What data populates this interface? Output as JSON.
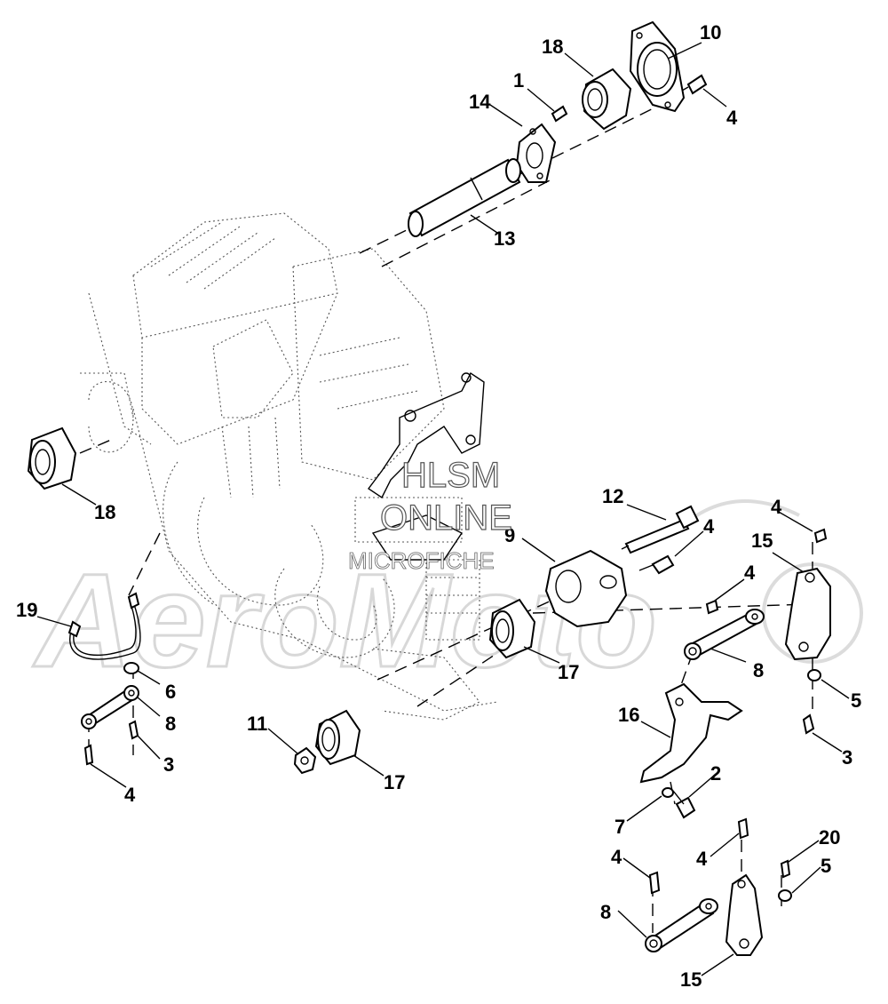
{
  "watermark": {
    "line1": "HLSM",
    "line2": "ONLINE",
    "line3": "MICROFICHE",
    "background_logo": "AeroMoto"
  },
  "callouts": [
    {
      "id": "c10a",
      "text": "10"
    },
    {
      "id": "c18a",
      "text": "18"
    },
    {
      "id": "c1",
      "text": "1"
    },
    {
      "id": "c14",
      "text": "14"
    },
    {
      "id": "c4a",
      "text": "4"
    },
    {
      "id": "c13",
      "text": "13"
    },
    {
      "id": "c18b",
      "text": "18"
    },
    {
      "id": "c12",
      "text": "12"
    },
    {
      "id": "c4b",
      "text": "4"
    },
    {
      "id": "c9",
      "text": "9"
    },
    {
      "id": "c4c",
      "text": "4"
    },
    {
      "id": "c15a",
      "text": "15"
    },
    {
      "id": "c4d",
      "text": "4"
    },
    {
      "id": "c19",
      "text": "19"
    },
    {
      "id": "c17a",
      "text": "17"
    },
    {
      "id": "c8a",
      "text": "8"
    },
    {
      "id": "c5a",
      "text": "5"
    },
    {
      "id": "c6",
      "text": "6"
    },
    {
      "id": "c8b",
      "text": "8"
    },
    {
      "id": "c16",
      "text": "16"
    },
    {
      "id": "c3a",
      "text": "3"
    },
    {
      "id": "c11",
      "text": "11"
    },
    {
      "id": "c3b",
      "text": "3"
    },
    {
      "id": "c17b",
      "text": "17"
    },
    {
      "id": "c4e",
      "text": "4"
    },
    {
      "id": "c2",
      "text": "2"
    },
    {
      "id": "c7",
      "text": "7"
    },
    {
      "id": "c20",
      "text": "20"
    },
    {
      "id": "c4f",
      "text": "4"
    },
    {
      "id": "c4g",
      "text": "4"
    },
    {
      "id": "c5b",
      "text": "5"
    },
    {
      "id": "c8c",
      "text": "8"
    },
    {
      "id": "c15b",
      "text": "15"
    }
  ]
}
